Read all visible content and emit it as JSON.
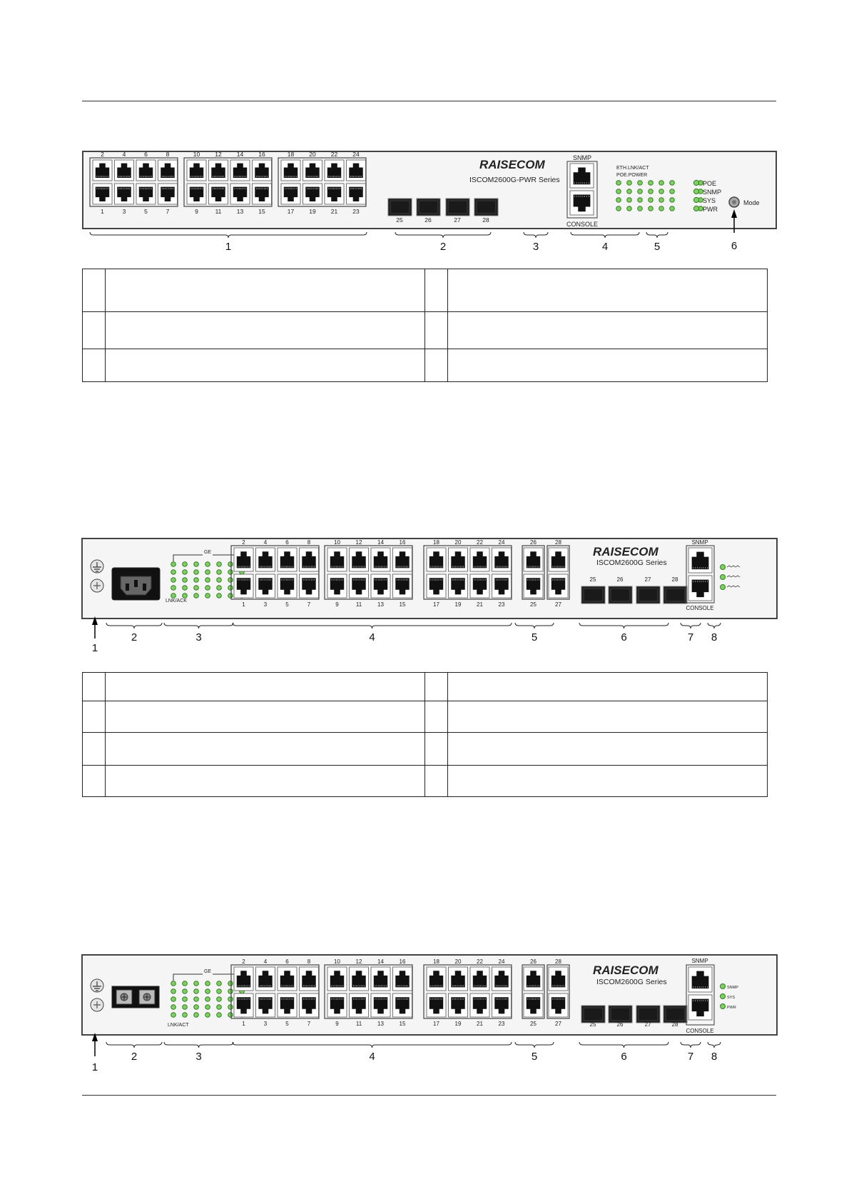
{
  "figures": [
    {
      "brand": "RAISECOM",
      "model": "ISCOM2600G-PWR Series",
      "top_port_labels": [
        "2",
        "4",
        "6",
        "8",
        "10",
        "12",
        "14",
        "16",
        "18",
        "20",
        "22",
        "24"
      ],
      "bottom_port_labels": [
        "1",
        "3",
        "5",
        "7",
        "9",
        "11",
        "13",
        "15",
        "17",
        "19",
        "21",
        "23"
      ],
      "sfp_labels": [
        "25",
        "26",
        "27",
        "28"
      ],
      "snmp_label": "SNMP",
      "console_label": "CONSOLE",
      "led_header_1": "ETH.LNK/ACT",
      "led_header_2": "POE.POWER",
      "status_leds": [
        "POE",
        "SNMP",
        "SYS",
        "PWR"
      ],
      "mode_label": "Mode",
      "callouts": [
        "1",
        "2",
        "3",
        "4",
        "5",
        "6"
      ]
    },
    {
      "brand": "RAISECOM",
      "model": "ISCOM2600G Series",
      "ge_label": "GE",
      "lnk_label": "LNK/ACK",
      "top_port_labels": [
        "2",
        "4",
        "6",
        "8",
        "10",
        "12",
        "14",
        "16",
        "18",
        "20",
        "22",
        "24"
      ],
      "bottom_port_labels": [
        "1",
        "3",
        "5",
        "7",
        "9",
        "11",
        "13",
        "15",
        "17",
        "19",
        "21",
        "23"
      ],
      "combo_top_labels": [
        "26",
        "28"
      ],
      "combo_bottom_labels": [
        "25",
        "27"
      ],
      "sfp_labels": [
        "25",
        "26",
        "27",
        "28"
      ],
      "snmp_label": "SNMP",
      "console_label": "CONSOLE",
      "callouts": [
        "1",
        "2",
        "3",
        "4",
        "5",
        "6",
        "7",
        "8"
      ]
    },
    {
      "brand": "RAISECOM",
      "model": "ISCOM2600G Series",
      "ge_label": "GE",
      "lnk_label": "LNK/ACT",
      "top_port_labels": [
        "2",
        "4",
        "6",
        "8",
        "10",
        "12",
        "14",
        "16",
        "18",
        "20",
        "22",
        "24"
      ],
      "bottom_port_labels": [
        "1",
        "3",
        "5",
        "7",
        "9",
        "11",
        "13",
        "15",
        "17",
        "19",
        "21",
        "23"
      ],
      "combo_top_labels": [
        "26",
        "28"
      ],
      "combo_bottom_labels": [
        "25",
        "27"
      ],
      "sfp_labels": [
        "25",
        "26",
        "27",
        "28"
      ],
      "snmp_label": "SNMP",
      "console_label": "CONSOLE",
      "status_leds": [
        "SNMP",
        "SYS",
        "PWR"
      ],
      "callouts": [
        "1",
        "2",
        "3",
        "4",
        "5",
        "6",
        "7",
        "8"
      ]
    }
  ],
  "legend_tables": [
    {
      "rows": [
        [
          "",
          "",
          "",
          ""
        ],
        [
          "",
          "",
          "",
          ""
        ],
        [
          "",
          "",
          "",
          ""
        ]
      ]
    },
    {
      "rows": [
        [
          "",
          "",
          "",
          ""
        ],
        [
          "",
          "",
          "",
          ""
        ],
        [
          "",
          "",
          "",
          ""
        ],
        [
          "",
          "",
          "",
          ""
        ]
      ]
    }
  ]
}
